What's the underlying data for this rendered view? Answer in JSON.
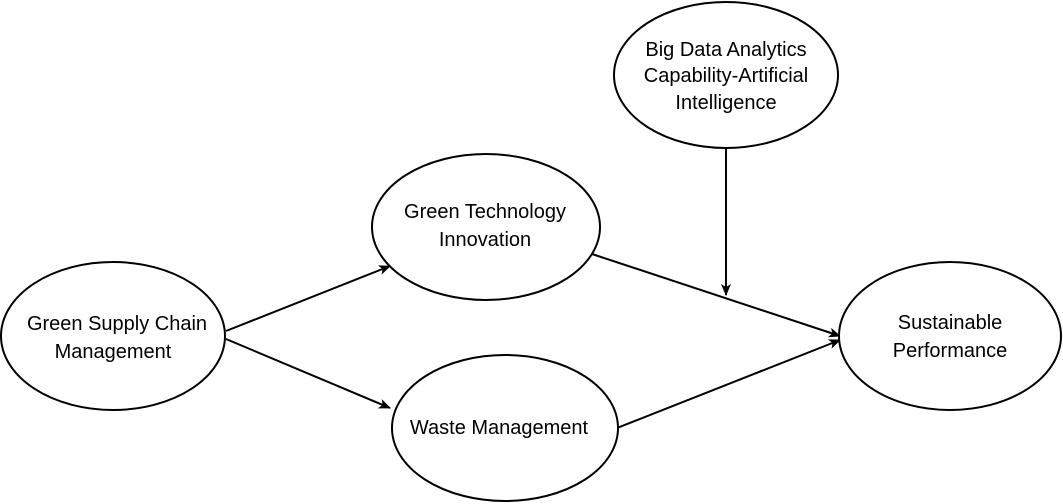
{
  "diagram": {
    "nodes": [
      {
        "id": "gscm",
        "lines": [
          "Green Supply Chain",
          "Management"
        ]
      },
      {
        "id": "gti",
        "lines": [
          "Green Technology",
          "Innovation"
        ]
      },
      {
        "id": "wm",
        "lines": [
          "Waste Management"
        ]
      },
      {
        "id": "bda",
        "lines": [
          "Big Data Analytics",
          "Capability-Artificial",
          "Intelligence"
        ]
      },
      {
        "id": "sp",
        "lines": [
          "Sustainable",
          "Performance"
        ]
      }
    ],
    "edges": [
      {
        "from": "gscm",
        "to": "gti"
      },
      {
        "from": "gscm",
        "to": "wm"
      },
      {
        "from": "gti",
        "to": "sp"
      },
      {
        "from": "wm",
        "to": "sp"
      },
      {
        "from": "bda",
        "to": "gti-sp-path"
      }
    ]
  }
}
